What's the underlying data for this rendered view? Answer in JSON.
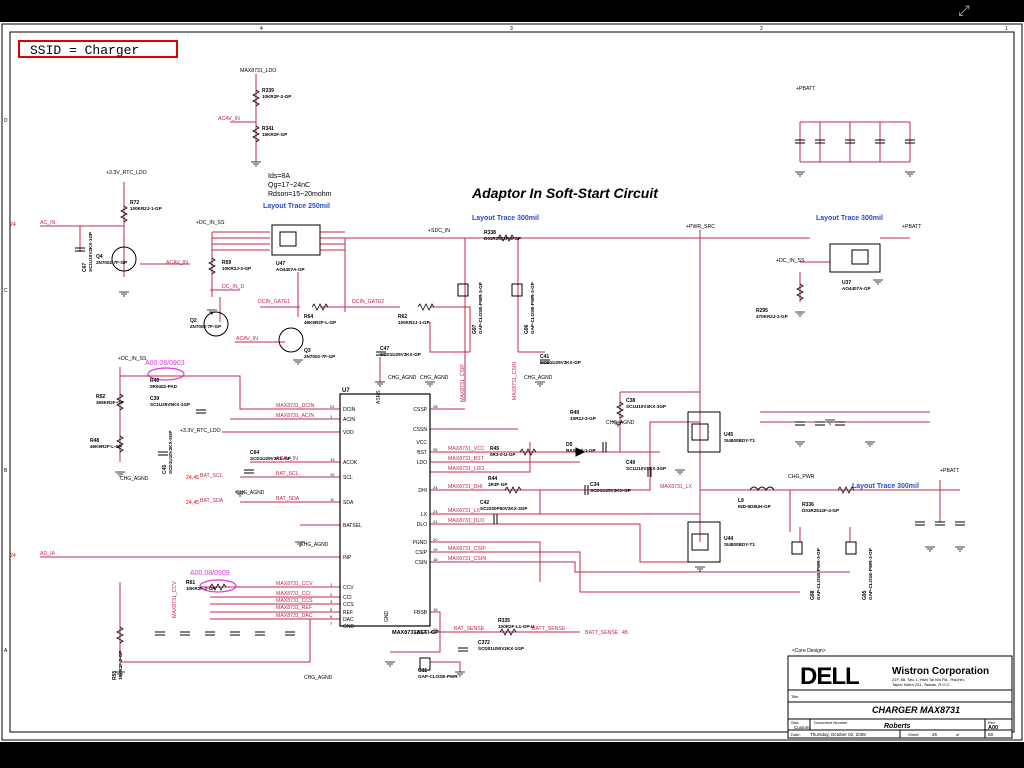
{
  "ssid_label": "SSID = Charger",
  "title": "Adaptor In Soft-Start Circuit",
  "notes": {
    "layout_250": "Layout Trace 250mil",
    "layout_300_a": "Layout Trace 300mil",
    "layout_300_b": "Layout Trace 300mil",
    "layout_300_c": "Layout Trace 300mil",
    "mosfet_spec_1": "Ids=8A",
    "mosfet_spec_2": "Qg=17~24nC",
    "mosfet_spec_3": "Rdson=15~20mohm",
    "rev_a": "A00.08/0903",
    "rev_b": "A00.08/0909"
  },
  "nets": {
    "ldo": "MAX8731_LDO",
    "acav_in": "ACAV_IN",
    "ac_in": "AC_IN",
    "rtc_ldo": "+3.3V_RTC_LDO",
    "dc_in_ss": "+DC_IN_SS",
    "sdc_in": "+SDC_IN",
    "pwr_src": "+PWR_SRC",
    "pbatt": "+PBATT",
    "dcin_gate1": "DCIN_GATE1",
    "dcin_gate2": "DCIN_GATE2",
    "dc_in_d": "DC_IN_D",
    "chg_agnd": "CHG_AGND",
    "chg_pwr": "CHG_PWR",
    "csip": "MAX8731_CSIP",
    "csin": "MAX8731_CSIN",
    "dcin": "MAX8731_DCIN",
    "acin": "MAX8731_ACIN",
    "vcc": "MAX8731_VCC",
    "bst": "MAX8731_BST",
    "ldo_pin": "MAX8731_LDO",
    "dhi": "MAX8731_DHI",
    "lx": "MAX8731_LX",
    "dlo": "MAX8731_DLO",
    "csip2": "MAX8731_CSIP",
    "csin2": "MAX8731_CSIN",
    "ccv": "MAX8731_CCV",
    "cci": "MAX8731_CCI",
    "ccs": "MAX8731_CCS",
    "ref": "MAX8731_REF",
    "dac": "MAX8731_DAC",
    "bat_scl": "BAT_SCL",
    "bat_sda": "BAT_SDA",
    "bat_sense": "BAT_SENSE",
    "batt_sense": "BATT_SENSE",
    "ad_ia": "AD_IA"
  },
  "ports": {
    "p24a": "24",
    "p24b": "24,45",
    "p24c": "24,45",
    "p24d": "24",
    "p45": "45"
  },
  "chip": {
    "ref": "U7",
    "part": "MAX8731AETI-GP",
    "pins_left": [
      "DCIN",
      "ACIN",
      "VDD",
      "ACOK",
      "SCL",
      "SDA",
      "BATSEL",
      "INP",
      "CCV",
      "CCI",
      "CCS",
      "REF",
      "DAC",
      "GND"
    ],
    "pin_nums_left": [
      "22",
      "1",
      "",
      "13",
      "10",
      "11",
      "",
      "",
      "1",
      "2",
      "3",
      "5",
      "6",
      "7"
    ],
    "pins_right": [
      "CSSP",
      "CSSN",
      "VCC",
      "BST",
      "LDO",
      "DHI",
      "LX",
      "DLO",
      "PGND",
      "CSIP",
      "CSIN",
      "FBSB",
      "FBSA"
    ],
    "pin_nums_right": [
      "28",
      "",
      "",
      "26",
      "",
      "24",
      "23",
      "21",
      "20",
      "19",
      "18",
      "16",
      "15"
    ],
    "top_pin": "ASNS",
    "bottom_pin": "GND"
  },
  "components": [
    {
      "ref": "R339",
      "val": "10KR2F-2-GP"
    },
    {
      "ref": "R341",
      "val": "15KR2F-GP"
    },
    {
      "ref": "R72",
      "val": "100KR2J-1-GP"
    },
    {
      "ref": "C67",
      "val": "SC1U10V2KX-1GP"
    },
    {
      "ref": "Q4",
      "val": "2N7002-7F-GP"
    },
    {
      "ref": "U47",
      "val": "AO4407A-GP"
    },
    {
      "ref": "R59",
      "val": "10KR2J-3-GP"
    },
    {
      "ref": "Q2",
      "val": "2N7002-7F-GP"
    },
    {
      "ref": "Q3",
      "val": "2N7002-7F-GP"
    },
    {
      "ref": "R64",
      "val": "49K9R2F-L-GP"
    },
    {
      "ref": "R62",
      "val": "100KR2J-1-GP"
    },
    {
      "ref": "R338",
      "val": "D01R2512F-4-GP"
    },
    {
      "ref": "G97",
      "val": "GAP-CLOSE-PWR-3-GP"
    },
    {
      "ref": "G96",
      "val": "GAP-CLOSE-PWR-3-GP"
    },
    {
      "ref": "C47",
      "val": "SCD1U25V3KX-GP"
    },
    {
      "ref": "C41",
      "val": "SCD1U25V3KX-GP"
    },
    {
      "ref": "U37",
      "val": "AO4407A-GP"
    },
    {
      "ref": "R295",
      "val": "470KR2J-2-GP"
    },
    {
      "ref": "R46",
      "val": "0R0402-PAD"
    },
    {
      "ref": "R52",
      "val": "365KR2F-GP"
    },
    {
      "ref": "C39",
      "val": "SC1U25V5KX-1GP"
    },
    {
      "ref": "R48",
      "val": "49K9R2F-L-GP"
    },
    {
      "ref": "C45",
      "val": "SCD1U10V2KX-5GP"
    },
    {
      "ref": "C64",
      "val": "SCD1U25V3KX-GP"
    },
    {
      "ref": "R45",
      "val": "0R3-0-U-GP"
    },
    {
      "ref": "D5",
      "val": "BAS516-1-GP"
    },
    {
      "ref": "R49",
      "val": "33R2J-2-GP"
    },
    {
      "ref": "C38",
      "val": "SC1U10V3KX-3GP"
    },
    {
      "ref": "C49",
      "val": "SC1U10V3KX-3GP"
    },
    {
      "ref": "U45",
      "val": "SI4800BDY-T1"
    },
    {
      "ref": "U44",
      "val": "SI4800BDY-T1"
    },
    {
      "ref": "R44",
      "val": "1R3F-GP"
    },
    {
      "ref": "C42",
      "val": "SC2200P50V2KX-3GP"
    },
    {
      "ref": "C34",
      "val": "SCD1U25V3KX-GP"
    },
    {
      "ref": "L9",
      "val": "IND-5D8UH-GP"
    },
    {
      "ref": "R336",
      "val": "D01R2512F-4-GP"
    },
    {
      "ref": "G98",
      "val": "GAP-CLOSE-PWR-3-GP"
    },
    {
      "ref": "G95",
      "val": "GAP-CLOSE-PWR-3-GP"
    },
    {
      "ref": "R61",
      "val": "10KR2F-2-GP"
    },
    {
      "ref": "R335",
      "val": "100R2F-L1-GP-U"
    },
    {
      "ref": "C372",
      "val": "SCD01U50V2KX-1GP"
    },
    {
      "ref": "G11",
      "val": "GAP-CLOSE-PWR"
    },
    {
      "ref": "R55",
      "val": "10KR2F-2-GP"
    }
  ],
  "title_block": {
    "core_design": "<Core Design>",
    "company": "Wistron Corporation",
    "address_1": "21F, 88, Sec.1, Hsin Tai Wu Rd., Hsichih,",
    "address_2": "Taipei Hsien 221, Taiwan, R.O.C.",
    "title_label": "Title",
    "title": "CHARGER MAX8731",
    "size_label": "Size",
    "size": "Custom",
    "doc_label": "Document Number",
    "doc": "Roberts",
    "rev_label": "Rev",
    "rev": "A00",
    "date_label": "Date:",
    "date": "Thursday, October 02, 2008",
    "sheet_label": "Sheet",
    "sheet": "26",
    "of_label": "of",
    "of": "58",
    "logo_text": "DELL"
  },
  "frame": {
    "cols": [
      "4",
      "3",
      "2",
      "1"
    ],
    "rows": [
      "D",
      "C",
      "B",
      "A"
    ]
  },
  "colors": {
    "wire": "#c0284a",
    "line": "#000000",
    "note": "#2a4bcc",
    "rev": "#d63ad6",
    "frame": "#d00000"
  }
}
